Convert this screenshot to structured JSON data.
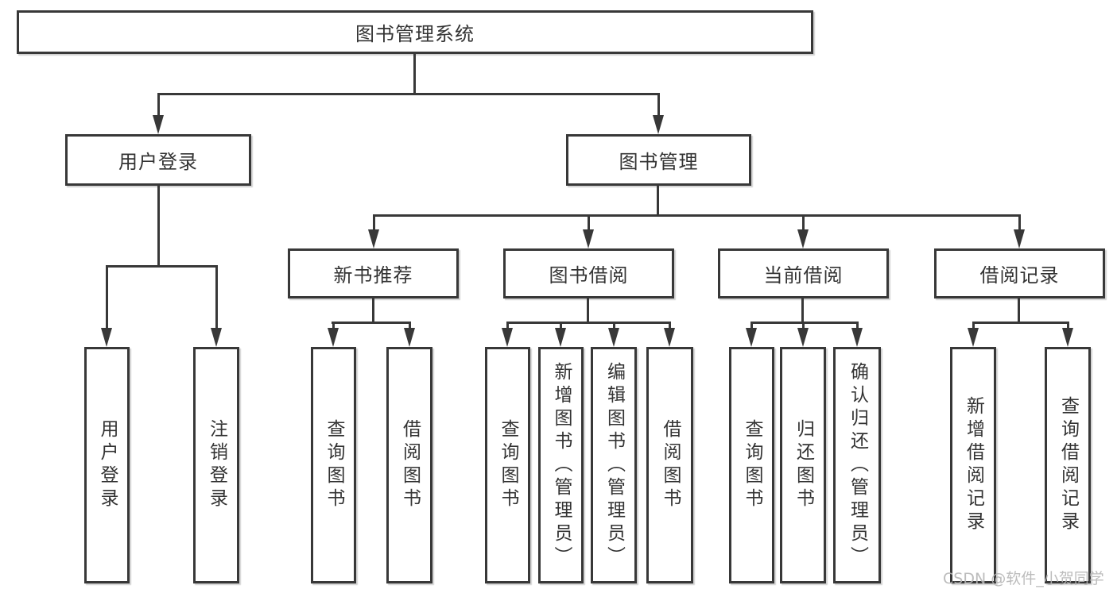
{
  "tree": {
    "root": {
      "label": "图书管理系统"
    },
    "children": [
      {
        "label": "用户登录",
        "children": [
          {
            "label": "用户登录"
          },
          {
            "label": "注销登录"
          }
        ]
      },
      {
        "label": "图书管理",
        "children": [
          {
            "label": "新书推荐",
            "children": [
              {
                "label": "查询图书"
              },
              {
                "label": "借阅图书"
              }
            ]
          },
          {
            "label": "图书借阅",
            "children": [
              {
                "label": "查询图书"
              },
              {
                "label": "新增图书（管理员）"
              },
              {
                "label": "编辑图书（管理员）"
              },
              {
                "label": "借阅图书"
              }
            ]
          },
          {
            "label": "当前借阅",
            "children": [
              {
                "label": "查询图书"
              },
              {
                "label": "归还图书"
              },
              {
                "label": "确认归还（管理员）"
              }
            ]
          },
          {
            "label": "借阅记录",
            "children": [
              {
                "label": "新增借阅记录"
              },
              {
                "label": "查询借阅记录"
              }
            ]
          }
        ]
      }
    ]
  },
  "watermark": {
    "text": "CSDN @软件_小贺同学"
  },
  "colors": {
    "line": "#383838",
    "text": "#333333",
    "box_bg": "#ffffff",
    "watermark": "#b5b5b5",
    "background": "#ffffff"
  }
}
